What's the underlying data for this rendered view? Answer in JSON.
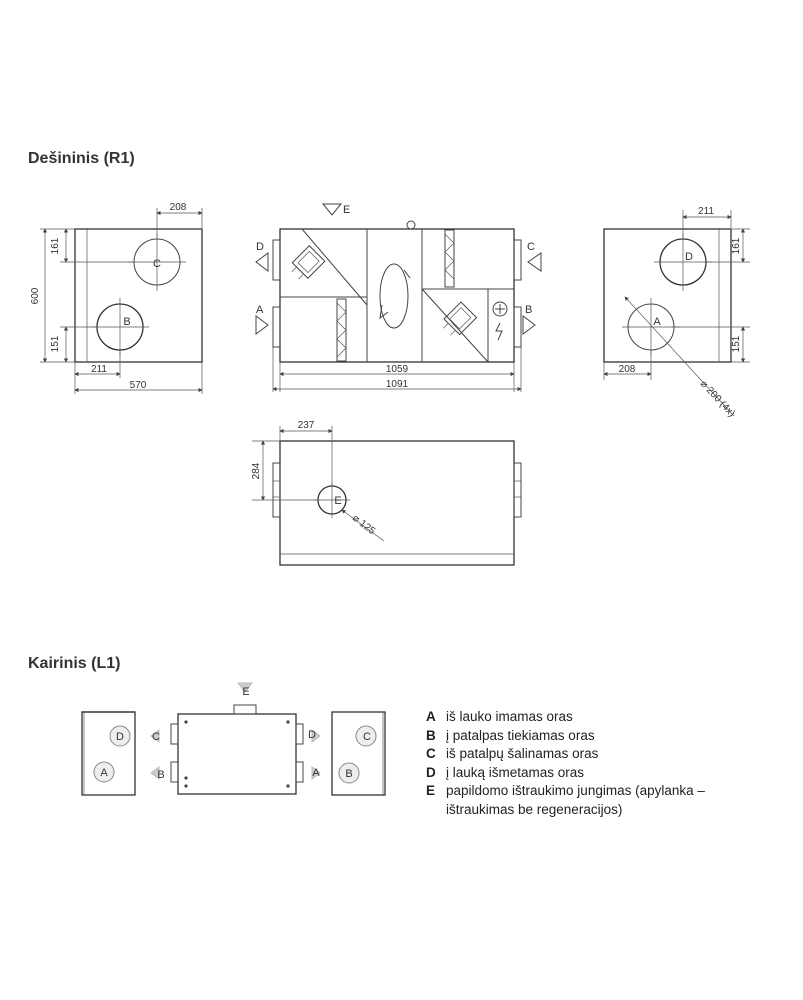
{
  "sections": {
    "right_title": "Dešininis (R1)",
    "left_title": "Kairinis (L1)"
  },
  "left_view": {
    "labels": {
      "c": "C",
      "b": "B"
    },
    "dims": {
      "top": "208",
      "side_top": "161",
      "height": "600",
      "side_bottom": "151",
      "bottom_offset": "211",
      "width": "570"
    }
  },
  "center_view": {
    "labels": {
      "e": "E",
      "d": "D",
      "a": "A",
      "c": "C",
      "b": "B"
    },
    "dims": {
      "inner": "1059",
      "outer": "1091"
    }
  },
  "right_view": {
    "labels": {
      "d": "D",
      "a": "A"
    },
    "dims": {
      "top": "211",
      "side_top": "161",
      "side_bottom": "151",
      "bottom_offset": "208",
      "diameter": "⌀ 200 (4x)"
    }
  },
  "top_view": {
    "labels": {
      "e": "E"
    },
    "dims": {
      "top": "237",
      "side": "284",
      "diameter": "⌀ 125"
    }
  },
  "l1": {
    "labels": {
      "d": "D",
      "a": "A",
      "c_arrow": "C",
      "b_arrow": "B",
      "e": "E",
      "d_arrow": "D",
      "a_arrow": "A",
      "c": "C",
      "b": "B"
    }
  },
  "legend": [
    {
      "key": "A",
      "text": "iš lauko imamas oras"
    },
    {
      "key": "B",
      "text": "į patalpas tiekiamas oras"
    },
    {
      "key": "C",
      "text": "iš patalpų šalinamas oras"
    },
    {
      "key": "D",
      "text": "į lauką išmetamas oras"
    },
    {
      "key": "E",
      "text": "papildomo ištraukimo jungimas (apylanka – ištraukimas be regeneracijos)"
    }
  ],
  "colors": {
    "line": "#444444",
    "light_arrow": "#cccccc",
    "circle_fill": "#eeeeee"
  }
}
